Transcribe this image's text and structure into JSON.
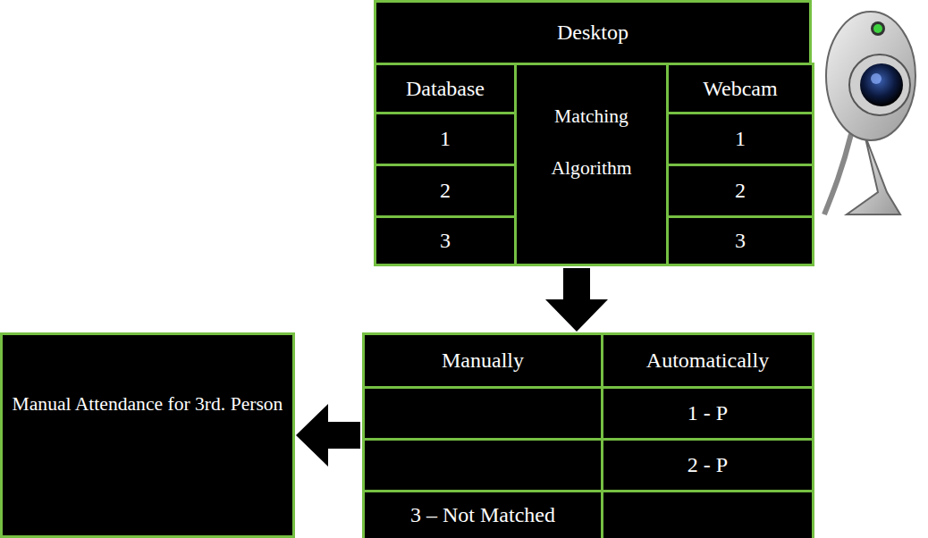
{
  "diagram": {
    "nodes": [
      {
        "text": [
          "Desktop"
        ]
      },
      {
        "text": [
          "Matching Algorithm"
        ],
        "in": 0
      },
      {
        "text": [
          "Manually",
          "Automatically"
        ]
      },
      {
        "text": [
          "Manual Attendance for 3rd. Person"
        ]
      }
    ],
    "edges": [
      {
        "from": 0,
        "to": 2,
        "arrow": "to"
      },
      {
        "from": 2,
        "to": 3,
        "arrow": "to"
      }
    ],
    "labels": [
      "Database",
      "1",
      "2",
      "3",
      "Webcam",
      "1",
      "2",
      "3",
      "1 - P",
      "2 - P",
      "3 – Not Matched"
    ]
  }
}
